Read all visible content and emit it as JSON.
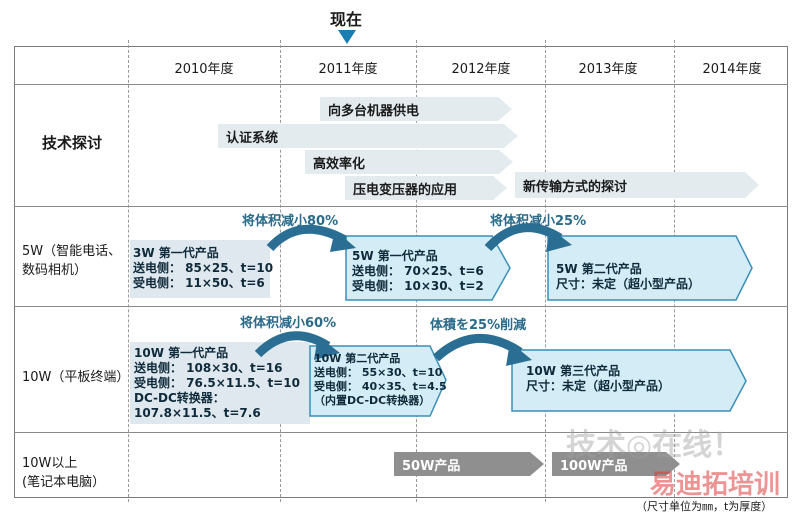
{
  "now_label": "现在",
  "years": [
    "2010年度",
    "2011年度",
    "2012年度",
    "2013年度",
    "2014年度"
  ],
  "rows": {
    "tech": "技术探讨",
    "w5_line1": "5W（智能电话、",
    "w5_line2": "数码相机）",
    "w10": "10W（平板终端）",
    "w10plus_line1": "10W以上",
    "w10plus_line2": "(笔记本电脑）"
  },
  "tech_arrows": {
    "multi": "向多台机器供电",
    "cert": "认证系统",
    "efficiency": "高效率化",
    "piezo": "压电变压器的应用",
    "new_method": "新传输方式的探讨"
  },
  "w5": {
    "gen1_title": "3W 第一代产品",
    "gen1_tx": "送电侧： 85×25、t=10",
    "gen1_rx": "受电侧： 11×50、t=6",
    "reduce1": "将体积减小80%",
    "gen1b_title": "5W 第一代产品",
    "gen1b_tx": "送电侧： 70×25、t=6",
    "gen1b_rx": "受电侧： 10×30、t=2",
    "reduce2": "将体积减小25%",
    "gen2_title": "5W 第二代产品",
    "gen2_size": "尺寸：未定（超小型产品）"
  },
  "w10": {
    "gen1_title": "10W 第一代产品",
    "gen1_tx": "送电侧： 108×30、t=16",
    "gen1_rx": "受电侧： 76.5×11.5、t=10",
    "gen1_dc": "DC-DC转换器：",
    "gen1_dc_size": "107.8×11.5、t=7.6",
    "reduce1": "将体积减小60%",
    "gen2_title": "10W 第二代产品",
    "gen2_tx": "送电侧： 55×30、t=10",
    "gen2_rx": "受电侧： 40×35、t=4.5",
    "gen2_note": "（内置DC-DC转换器）",
    "reduce2": "体積を25%削減",
    "gen3_title": "10W 第三代产品",
    "gen3_size": "尺寸：未定（超小型产品）"
  },
  "w10plus": {
    "p50": "50W产品",
    "p100": "100W产品"
  },
  "footnote": "（尺寸单位为㎜，t为厚度）",
  "watermark1": "技术◎在线！",
  "watermark2": "易迪拓培训"
}
